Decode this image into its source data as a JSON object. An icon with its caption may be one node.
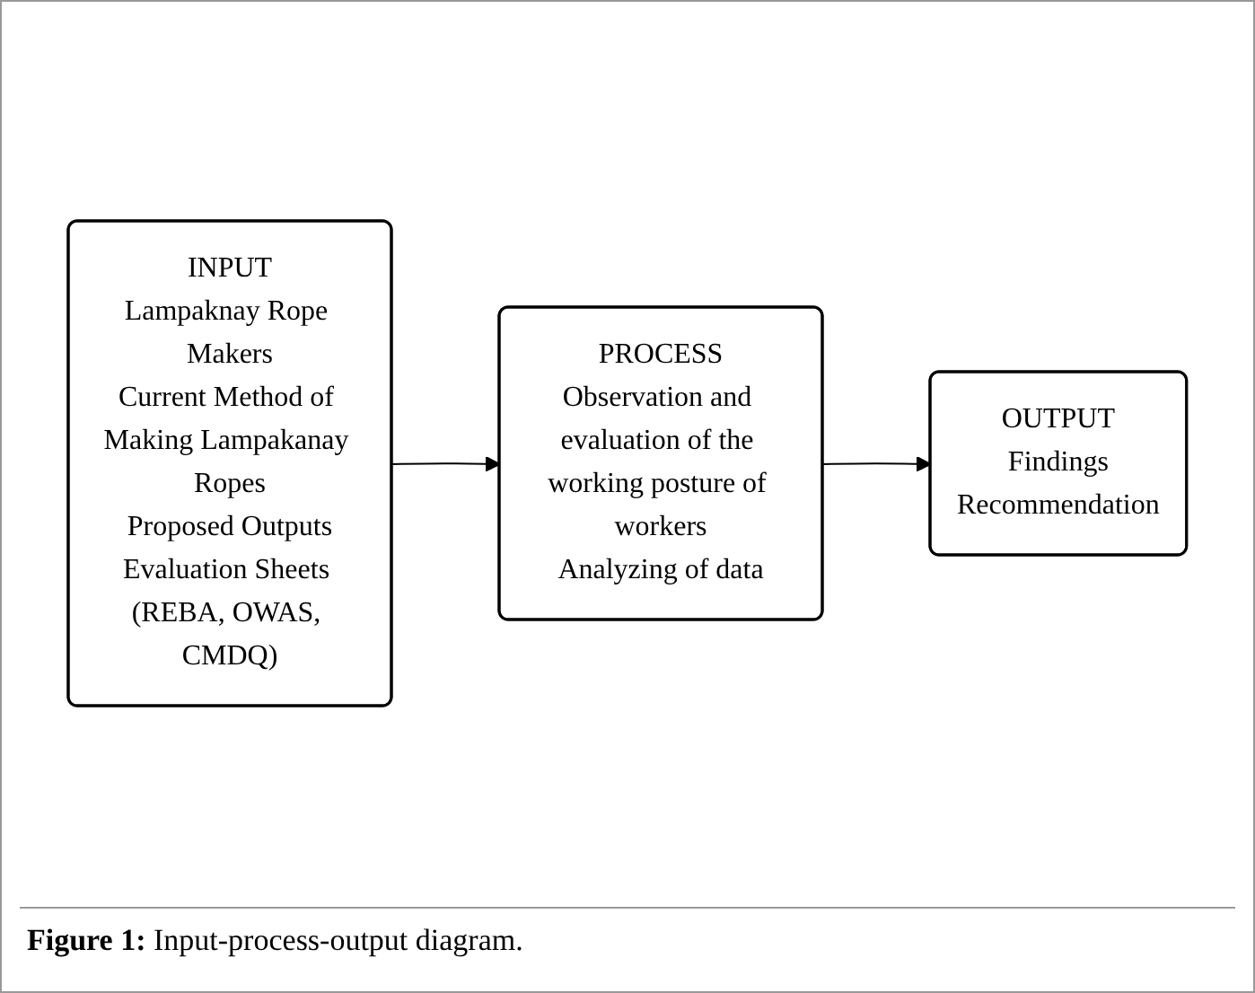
{
  "diagram": {
    "caption": "**Figure 1:** Input-process-output diagram.",
    "nodes": [
      {
        "text": [
          "INPUT",
          "Lampaknay Rope Makers",
          "Current Method of Making Lampakanay Ropes",
          "Proposed Outputs",
          "Evaluation Sheets (REBA, OWAS, CMDQ)"
        ]
      },
      {
        "text": [
          "PROCESS",
          "Observation and evaluation of the working posture of workers",
          "Analyzing of data"
        ]
      },
      {
        "text": [
          "OUTPUT",
          "Findings",
          "Recommendation"
        ]
      }
    ],
    "edges": [
      {
        "from": 0,
        "to": 1,
        "arrow": "to"
      },
      {
        "from": 1,
        "to": 2,
        "arrow": "to"
      }
    ]
  }
}
